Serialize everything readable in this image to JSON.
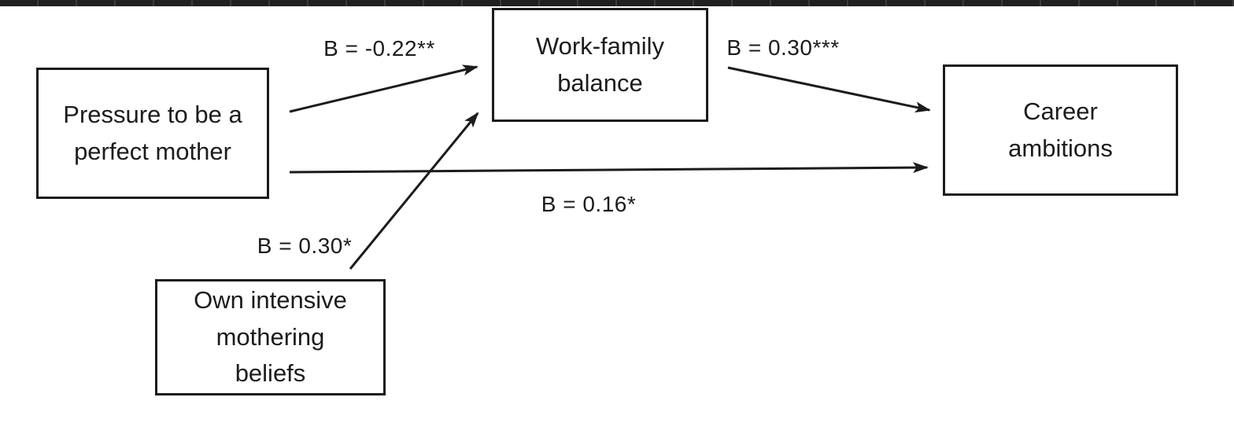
{
  "figure": {
    "type": "path-model-diagram",
    "colors": {
      "ink": "#1c1c1c",
      "background": "#ffffff",
      "top_strip": "#202020"
    },
    "nodes": {
      "pressure": {
        "label": "Pressure to be a\nperfect mother"
      },
      "wfb": {
        "label": "Work-family\nbalance"
      },
      "career": {
        "label": "Career\nambitions"
      },
      "oimb": {
        "label": "Own intensive\nmothering\nbeliefs"
      }
    },
    "paths": {
      "pressure_wfb": {
        "from": "Pressure to be a perfect mother",
        "to": "Work-family balance",
        "label": "B = -0.22**"
      },
      "wfb_career": {
        "from": "Work-family balance",
        "to": "Career ambitions",
        "label": "B = 0.30***"
      },
      "pressure_career": {
        "from": "Pressure to be a perfect mother",
        "to": "Career ambitions",
        "label": "B = 0.16*"
      },
      "oimb_wfb": {
        "from": "Own intensive mothering beliefs",
        "to": "Work-family balance",
        "label": "B = 0.30*"
      }
    }
  }
}
